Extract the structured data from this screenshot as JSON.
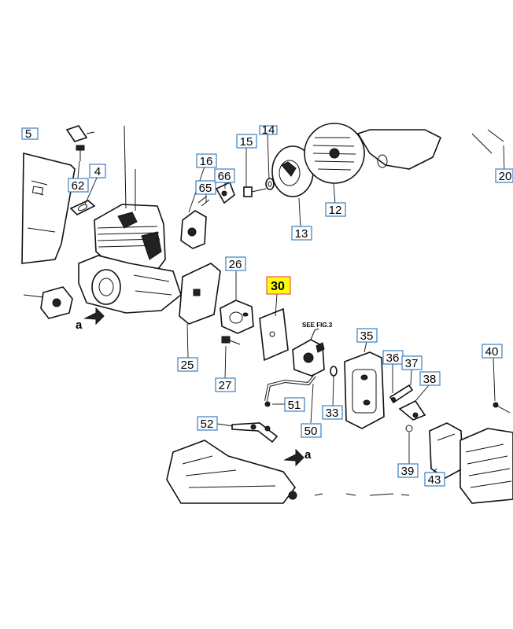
{
  "colors": {
    "label_border": "#3a7fbf",
    "highlight_fill": "#ffff00",
    "highlight_border": "#e33333",
    "line_art": "#111111",
    "background": "#ffffff"
  },
  "parts": [
    {
      "id": "p5",
      "number": "5"
    },
    {
      "id": "p62",
      "number": "62"
    },
    {
      "id": "p4",
      "number": "4"
    },
    {
      "id": "p16",
      "number": "16"
    },
    {
      "id": "p65",
      "number": "65"
    },
    {
      "id": "p66",
      "number": "66"
    },
    {
      "id": "p15",
      "number": "15"
    },
    {
      "id": "p14",
      "number": "14"
    },
    {
      "id": "p13",
      "number": "13"
    },
    {
      "id": "p12",
      "number": "12"
    },
    {
      "id": "p20",
      "number": "20"
    },
    {
      "id": "p26",
      "number": "26"
    },
    {
      "id": "p30",
      "number": "30",
      "highlighted": true
    },
    {
      "id": "p25",
      "number": "25"
    },
    {
      "id": "p27",
      "number": "27"
    },
    {
      "id": "p35",
      "number": "35"
    },
    {
      "id": "p36",
      "number": "36"
    },
    {
      "id": "p37",
      "number": "37"
    },
    {
      "id": "p38",
      "number": "38"
    },
    {
      "id": "p40",
      "number": "40"
    },
    {
      "id": "p51",
      "number": "51"
    },
    {
      "id": "p50",
      "number": "50"
    },
    {
      "id": "p33",
      "number": "33"
    },
    {
      "id": "p52",
      "number": "52"
    },
    {
      "id": "p39",
      "number": "39"
    },
    {
      "id": "p43",
      "number": "43"
    }
  ],
  "annotations": {
    "see_fig": "SEE FIG.3",
    "arrow_a_top": "a",
    "arrow_a_bottom": "a"
  }
}
